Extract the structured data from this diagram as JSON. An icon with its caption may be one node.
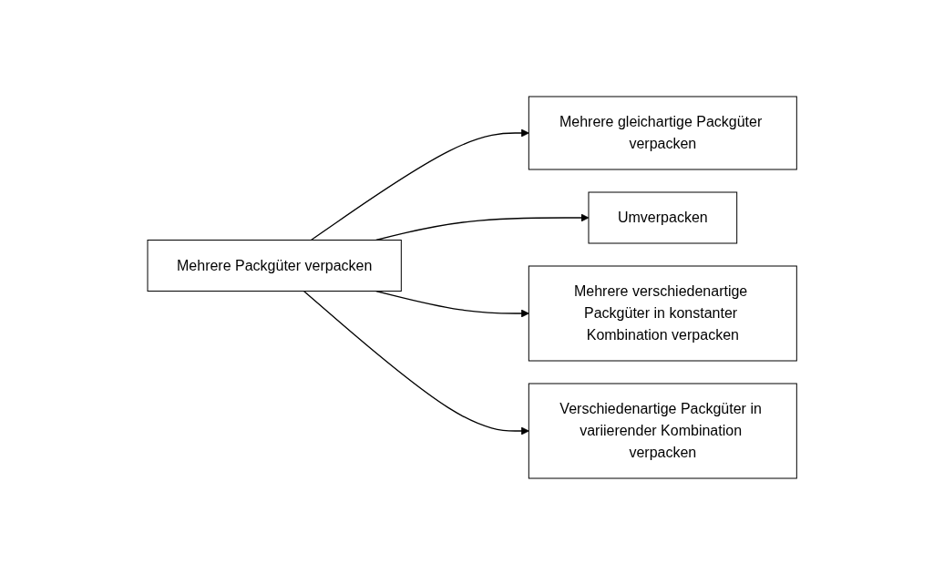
{
  "diagram": {
    "nodes": [
      {
        "text": [
          "Mehrere Packgüter verpacken"
        ]
      },
      {
        "text": [
          "Mehrere gleichartige Packgüter verpacken"
        ]
      },
      {
        "text": [
          "Umverpacken"
        ]
      },
      {
        "text": [
          "Mehrere verschiedenartige Packgüter in konstanter Kombination verpacken"
        ]
      },
      {
        "text": [
          "Verschiedenartige Packgüter in variierender Kombination verpacken"
        ]
      }
    ],
    "edges": [
      {
        "from": 0,
        "to": 1,
        "arrow": "to"
      },
      {
        "from": 0,
        "to": 2,
        "arrow": "to"
      },
      {
        "from": 0,
        "to": 3,
        "arrow": "to"
      },
      {
        "from": 0,
        "to": 4,
        "arrow": "to"
      }
    ]
  }
}
